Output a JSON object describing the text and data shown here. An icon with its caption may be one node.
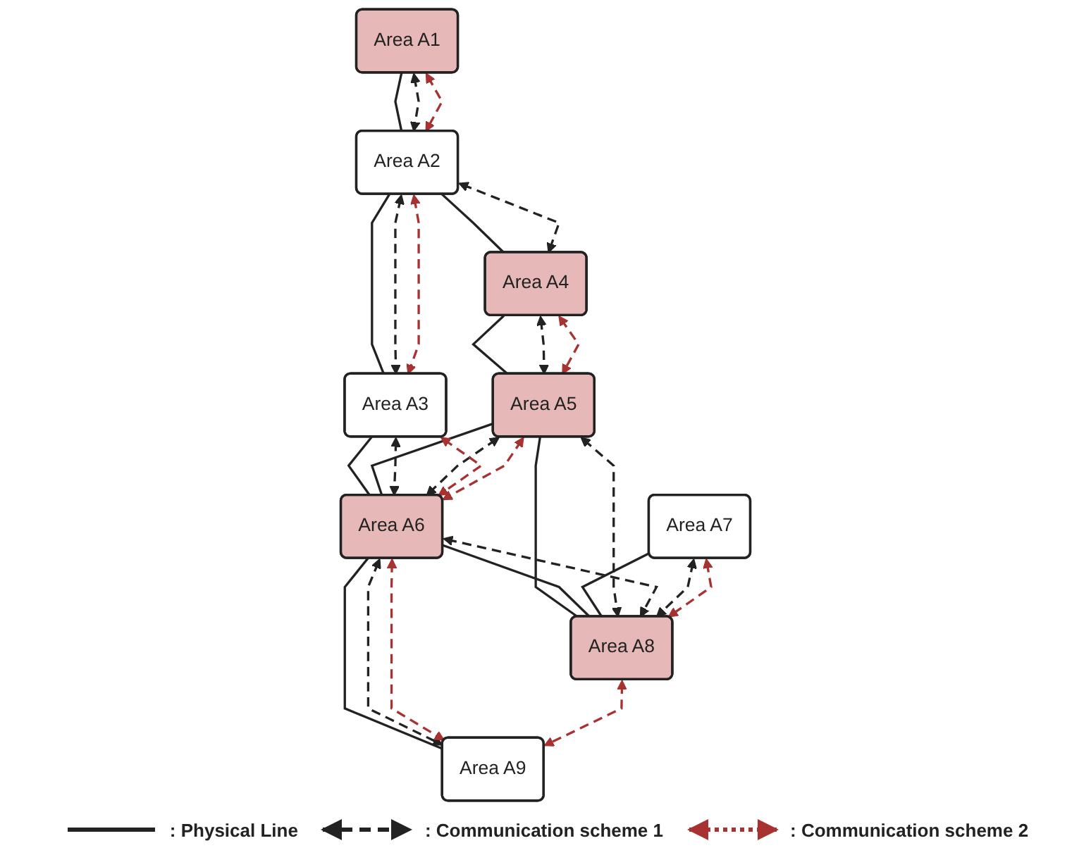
{
  "diagram": {
    "nodes": [
      {
        "text": [
          "Area A1"
        ]
      },
      {
        "text": [
          "Area A2"
        ]
      },
      {
        "text": [
          "Area A3"
        ]
      },
      {
        "text": [
          "Area A4"
        ]
      },
      {
        "text": [
          "Area A5"
        ]
      },
      {
        "text": [
          "Area A6"
        ]
      },
      {
        "text": [
          "Area A7"
        ]
      },
      {
        "text": [
          "Area A8"
        ]
      },
      {
        "text": [
          "Area A9"
        ]
      }
    ],
    "edges": [
      {
        "from": 0,
        "to": 1,
        "arrow": "none"
      },
      {
        "from": 1,
        "to": 2,
        "arrow": "none"
      },
      {
        "from": 1,
        "to": 3,
        "arrow": "none"
      },
      {
        "from": 2,
        "to": 5,
        "arrow": "none"
      },
      {
        "from": 3,
        "to": 4,
        "arrow": "none"
      },
      {
        "from": 4,
        "to": 5,
        "arrow": "none"
      },
      {
        "from": 4,
        "to": 7,
        "arrow": "none"
      },
      {
        "from": 5,
        "to": 7,
        "arrow": "none"
      },
      {
        "from": 5,
        "to": 8,
        "arrow": "none"
      },
      {
        "from": 6,
        "to": 7,
        "arrow": "none"
      },
      {
        "from": 0,
        "to": 1,
        "arrow": "both",
        "style": "dashed"
      },
      {
        "from": 1,
        "to": 2,
        "arrow": "both",
        "style": "dashed"
      },
      {
        "from": 1,
        "to": 3,
        "arrow": "both",
        "style": "dashed"
      },
      {
        "from": 2,
        "to": 5,
        "arrow": "both",
        "style": "dashed"
      },
      {
        "from": 3,
        "to": 4,
        "arrow": "both",
        "style": "dashed"
      },
      {
        "from": 4,
        "to": 5,
        "arrow": "both",
        "style": "dashed"
      },
      {
        "from": 4,
        "to": 7,
        "arrow": "both",
        "style": "dashed"
      },
      {
        "from": 5,
        "to": 7,
        "arrow": "both",
        "style": "dashed"
      },
      {
        "from": 5,
        "to": 8,
        "arrow": "both",
        "style": "dashed"
      },
      {
        "from": 6,
        "to": 7,
        "arrow": "both",
        "style": "dashed"
      },
      {
        "from": 0,
        "to": 1,
        "arrow": "both",
        "style": "dashed",
        "color": "#a83232"
      },
      {
        "from": 1,
        "to": 2,
        "arrow": "both",
        "style": "dashed",
        "color": "#a83232"
      },
      {
        "from": 2,
        "to": 5,
        "arrow": "both",
        "style": "dashed",
        "color": "#a83232"
      },
      {
        "from": 3,
        "to": 4,
        "arrow": "both",
        "style": "dashed",
        "color": "#a83232"
      },
      {
        "from": 4,
        "to": 5,
        "arrow": "both",
        "style": "dashed",
        "color": "#a83232"
      },
      {
        "from": 5,
        "to": 8,
        "arrow": "both",
        "style": "dashed",
        "color": "#a83232"
      },
      {
        "from": 6,
        "to": 7,
        "arrow": "both",
        "style": "dashed",
        "color": "#a83232"
      },
      {
        "from": 7,
        "to": 8,
        "arrow": "both",
        "style": "dashed",
        "color": "#a83232"
      }
    ],
    "legend": [
      {
        "text": ": Physical Line"
      },
      {
        "text": ": Communication scheme 1"
      },
      {
        "text": ": Communication scheme 2"
      }
    ]
  }
}
